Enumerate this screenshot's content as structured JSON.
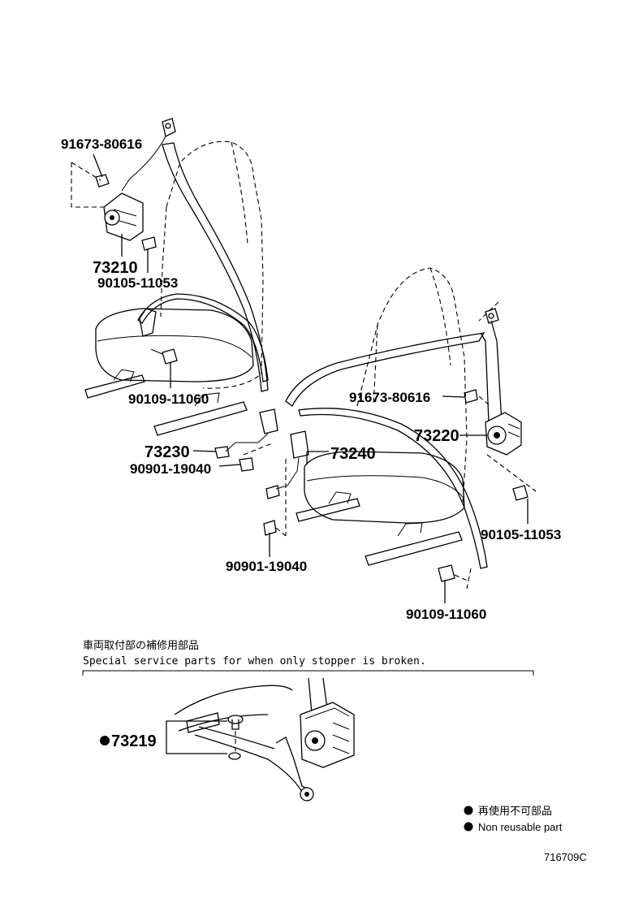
{
  "figure_code": "716709C",
  "labels": {
    "p1": "91673-80616",
    "p2": "73210",
    "p3": "90105-11053",
    "p4": "90109-11060",
    "p5": "73230",
    "p6": "90901-19040",
    "p7": "91673-80616",
    "p8": "73220",
    "p9": "73240",
    "p10": "90105-11053",
    "p11": "90901-19040",
    "p12": "90109-11060",
    "p13": "73219"
  },
  "note": {
    "japanese": "車両取付部の補修用部品",
    "english": "Special service parts for when only stopper is broken."
  },
  "legend": {
    "japanese": "再使用不可部品",
    "english": "Non reusable part"
  }
}
